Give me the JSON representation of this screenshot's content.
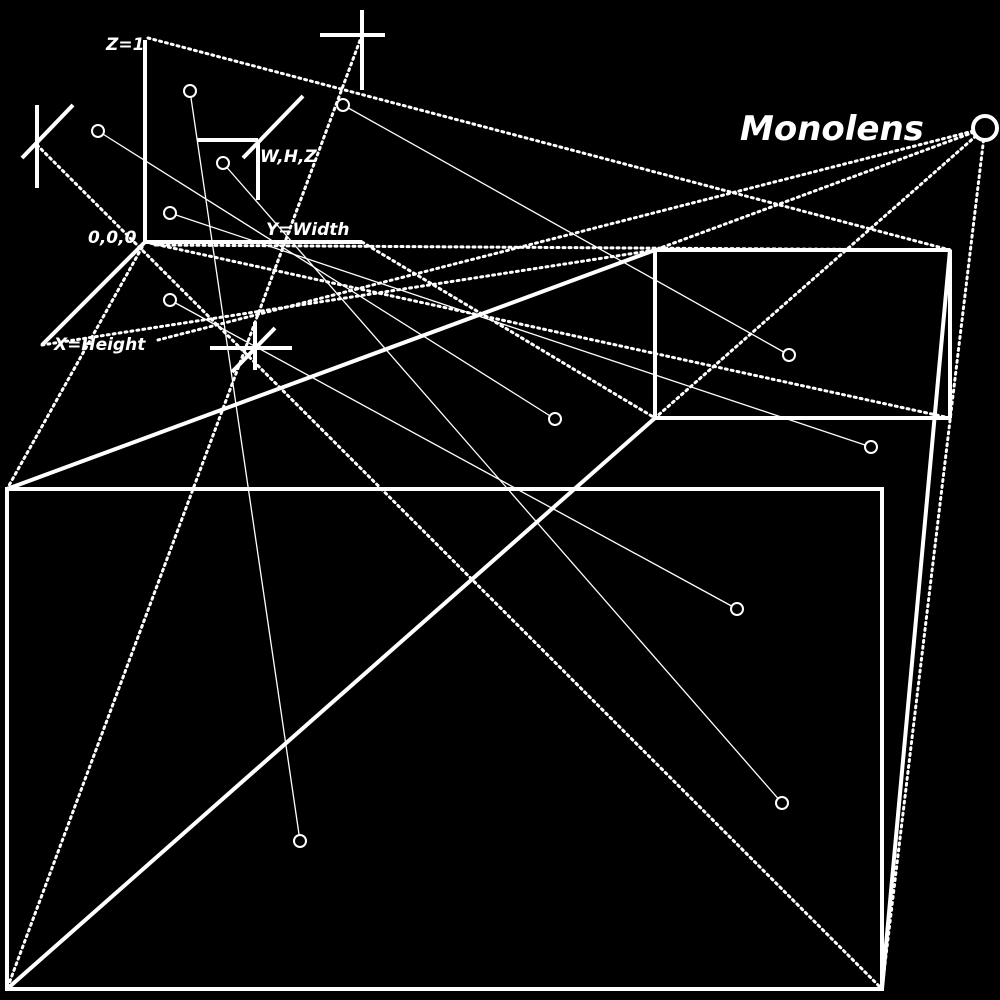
{
  "diagram": {
    "title": "Monolens",
    "labels": {
      "z_axis": "Z=1",
      "corner": "W,H,Z",
      "origin": "0,0,0",
      "y_axis": "Y=Width",
      "x_axis": "X=Height"
    },
    "colors": {
      "background": "#000000",
      "lines": "#ffffff"
    }
  }
}
